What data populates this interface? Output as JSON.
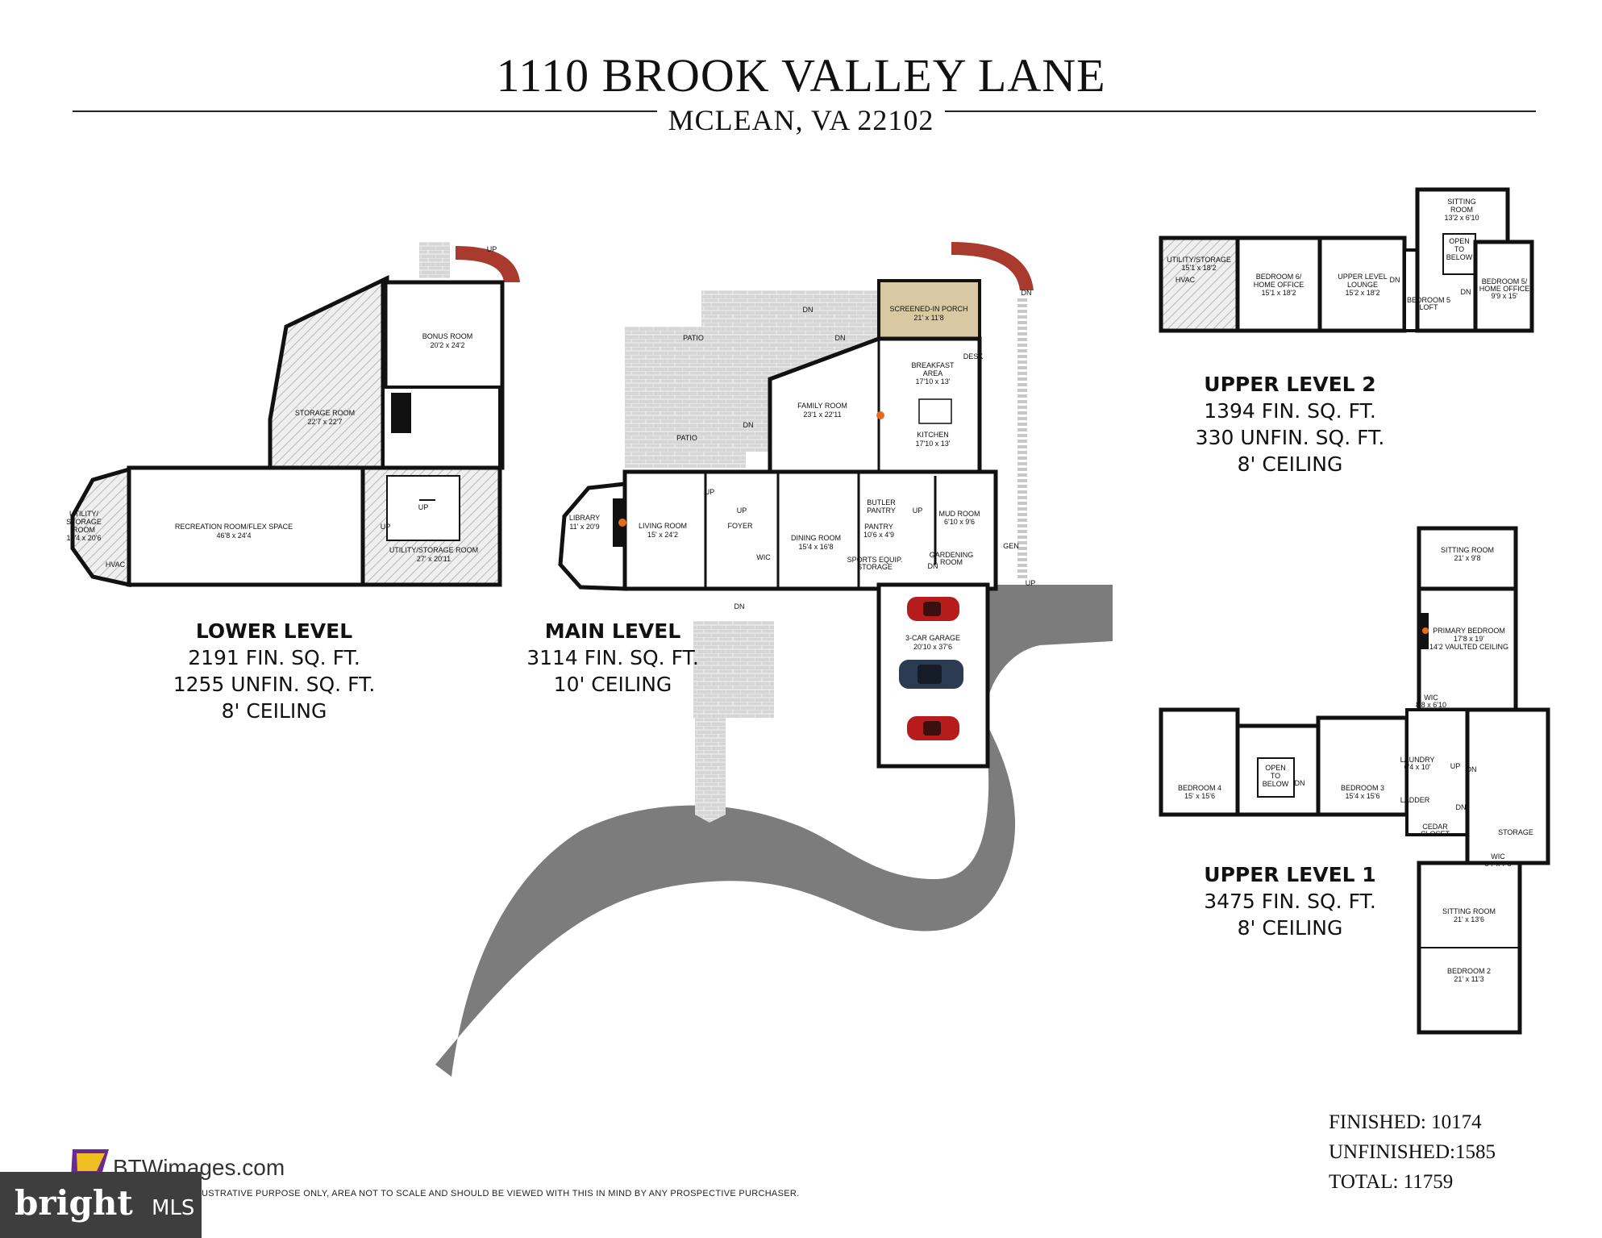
{
  "header": {
    "title": "1110 BROOK VALLEY LANE",
    "subtitle": "MCLEAN, VA 22102"
  },
  "levels": {
    "lower": {
      "name": "LOWER LEVEL",
      "fin": "2191 FIN. SQ. FT.",
      "unfin": "1255 UNFIN. SQ. FT.",
      "ceiling": "8' CEILING"
    },
    "main": {
      "name": "MAIN LEVEL",
      "fin": "3114 FIN. SQ. FT.",
      "ceiling": "10' CEILING"
    },
    "upper2": {
      "name": "UPPER LEVEL 2",
      "fin": "1394 FIN. SQ. FT.",
      "unfin": "330 UNFIN. SQ. FT.",
      "ceiling": "8' CEILING"
    },
    "upper1": {
      "name": "UPPER LEVEL 1",
      "fin": "3475 FIN. SQ. FT.",
      "ceiling": "8' CEILING"
    }
  },
  "rooms": {
    "bonus": [
      "BONUS ROOM",
      "20'2 x 24'2"
    ],
    "storage": [
      "STORAGE ROOM",
      "22'7 x 22'7"
    ],
    "utility_storage_l": [
      "UTILITY/",
      "STORAGE",
      "ROOM",
      "13'4 x 20'6"
    ],
    "recreation": [
      "RECREATION ROOM/FLEX SPACE",
      "46'8 x 24'4"
    ],
    "utility_storage_r": [
      "UTILITY/STORAGE ROOM",
      "27' x 20'11"
    ],
    "patio1": "PATIO",
    "patio2": "PATIO",
    "screened": [
      "SCREENED-IN PORCH",
      "21' x 11'8"
    ],
    "breakfast": [
      "BREAKFAST",
      "AREA",
      "17'10 x 13'"
    ],
    "family": [
      "FAMILY ROOM",
      "23'1 x 22'11"
    ],
    "kitchen": [
      "KITCHEN",
      "17'10 x 13'"
    ],
    "library": [
      "LIBRARY",
      "11' x 20'9"
    ],
    "living": [
      "LIVING ROOM",
      "15' x 24'2"
    ],
    "foyer": "FOYER",
    "dining": [
      "DINING ROOM",
      "15'4 x 16'8"
    ],
    "butler": [
      "BUTLER",
      "PANTRY"
    ],
    "pantry": [
      "PANTRY",
      "10'6 x 4'9"
    ],
    "mud": [
      "MUD ROOM",
      "6'10 x 9'6"
    ],
    "sports": [
      "SPORTS EQUIP.",
      "STORAGE"
    ],
    "gardening": [
      "GARDENING",
      "ROOM"
    ],
    "garage": [
      "3-CAR GARAGE",
      "20'10 x 37'6"
    ],
    "wic": "WIC",
    "desk": "DESK",
    "gen": "GEN",
    "u2_utility": [
      "UTILITY/STORAGE",
      "15'1 x 18'2"
    ],
    "u2_bed6": [
      "BEDROOM 6/",
      "HOME OFFICE",
      "15'1 x 18'2"
    ],
    "u2_lounge": [
      "UPPER LEVEL",
      "LOUNGE",
      "15'2 x 18'2"
    ],
    "u2_sitting": [
      "SITTING",
      "ROOM",
      "13'2 x 6'10"
    ],
    "u2_open": [
      "OPEN",
      "TO",
      "BELOW"
    ],
    "u2_bed5": [
      "BEDROOM 5/",
      "HOME OFFICE",
      "9'9 x 15'"
    ],
    "u2_loft": [
      "BEDROOM 5",
      "LOFT"
    ],
    "u1_sitting_top": [
      "SITTING ROOM",
      "21' x 9'8"
    ],
    "u1_primary": [
      "PRIMARY BEDROOM",
      "17'8 x 19'",
      "14'2 VAULTED CEILING"
    ],
    "u1_bed4": [
      "BEDROOM 4",
      "15' x 15'6"
    ],
    "u1_open": [
      "OPEN",
      "TO",
      "BELOW"
    ],
    "u1_bed3": [
      "BEDROOM 3",
      "15'4 x 15'6"
    ],
    "u1_laundry": [
      "LAUNDRY",
      "6'4 x 10'"
    ],
    "u1_cedar": [
      "CEDAR",
      "CLOSET"
    ],
    "u1_wic_a": [
      "WIC",
      "8'8 x 6'10"
    ],
    "u1_wic_b": [
      "WIC",
      "8'7 x 7'6"
    ],
    "u1_storage": "STORAGE",
    "u1_sitting_bot": [
      "SITTING ROOM",
      "21' x 13'6"
    ],
    "u1_bed2": [
      "BEDROOM 2",
      "21' x 11'3"
    ]
  },
  "marks": {
    "up": "UP",
    "dn": "DN",
    "hvac": "HVAC",
    "ladder": "LADDER"
  },
  "totals": {
    "finished": "FINISHED: 10174",
    "unfinished": "UNFINISHED:1585",
    "total": "TOTAL: 11759"
  },
  "footer": {
    "brand": "BTWimages.com",
    "disclaimer": "USTRATIVE PURPOSE ONLY, AREA NOT TO SCALE AND SHOULD BE VIEWED WITH THIS IN MIND BY ANY PROSPECTIVE PURCHASER.",
    "logo_b": "bright",
    "logo_mls": "MLS"
  },
  "colors": {
    "hatch": "#bdbdbd",
    "paving": "#d4d4d4",
    "driveway": "#7c7c7c",
    "porch": "#d9c9a3",
    "car_red": "#b71c1c",
    "car_blue": "#2c3a52",
    "stair_red": "#a83a2e",
    "brand_purple": "#6b2a8f"
  }
}
